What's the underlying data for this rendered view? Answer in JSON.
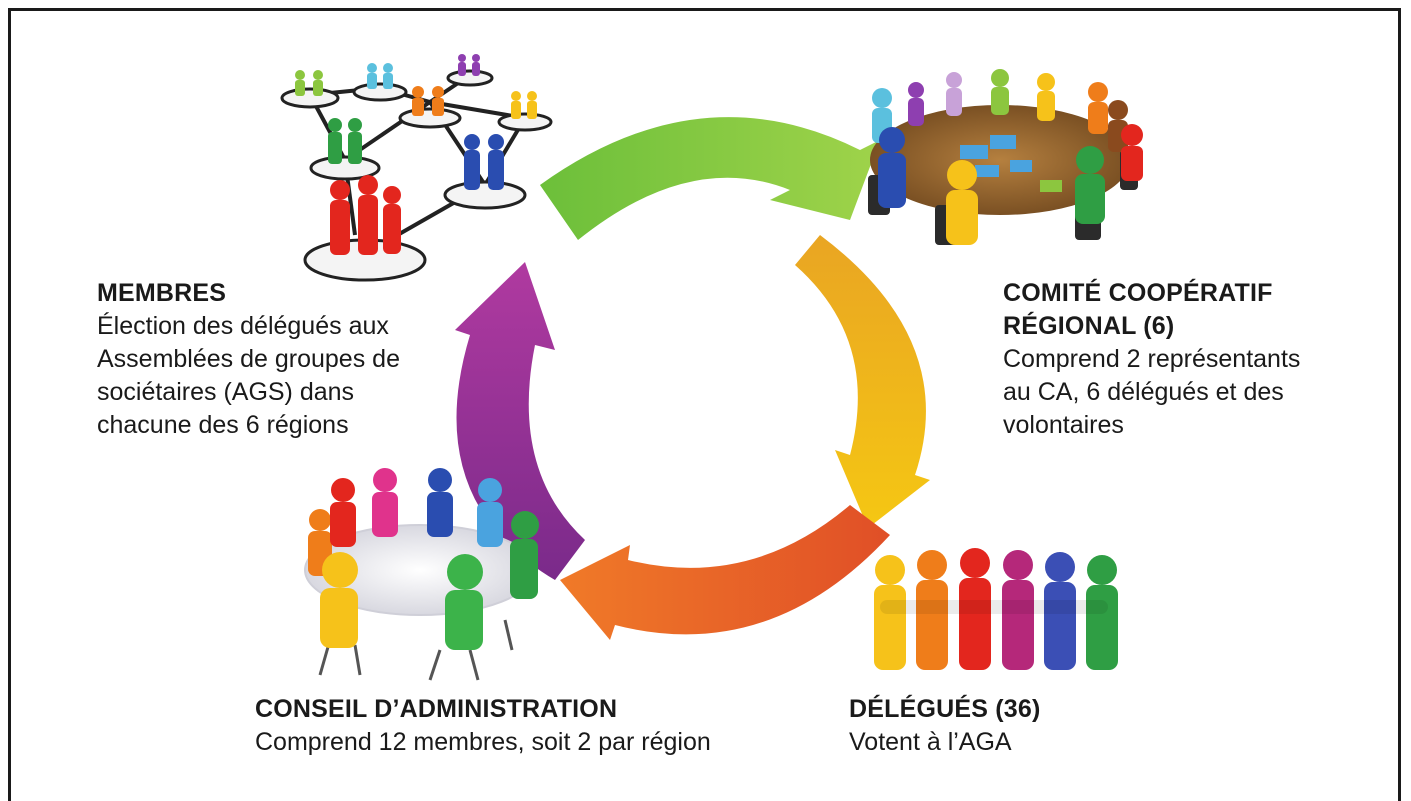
{
  "nodes": {
    "membres": {
      "title": "MEMBRES",
      "desc_lines": [
        "Élection des délégués aux",
        "Assemblées de groupes de",
        "sociétaires (AGS) dans",
        "chacune des 6 régions"
      ]
    },
    "comite": {
      "title_lines": [
        "COMITÉ COOPÉRATIF",
        "RÉGIONAL (6)"
      ],
      "desc_lines": [
        "Comprend 2 représentants",
        "au CA, 6 délégués et des",
        "volontaires"
      ]
    },
    "conseil": {
      "title": "CONSEIL D’ADMINISTRATION",
      "desc": "Comprend 12 membres, soit 2 par région"
    },
    "delegues": {
      "title": "DÉLÉGUÉS (36)",
      "desc": "Votent à l’AGA"
    }
  },
  "cycle_arrows": [
    {
      "from": "membres",
      "to": "comite",
      "color": "#7dc242"
    },
    {
      "from": "comite",
      "to": "delegues",
      "color": "#f2b21a"
    },
    {
      "from": "delegues",
      "to": "conseil",
      "color": "#ef6c2c"
    },
    {
      "from": "conseil",
      "to": "membres",
      "color": "#9b2f8f"
    }
  ],
  "figure_colors": [
    "#e3261e",
    "#ef7d1a",
    "#f6c21a",
    "#8cc63f",
    "#2f9e44",
    "#1e88c8",
    "#2a4db0",
    "#8e3fb0",
    "#e0338c",
    "#5bc0de"
  ],
  "illustrations": {
    "membres": "people-network-icon",
    "comite": "round-table-puzzle-meeting-icon",
    "conseil": "round-table-meeting-icon",
    "delegues": "people-group-arm-in-arm-icon"
  }
}
